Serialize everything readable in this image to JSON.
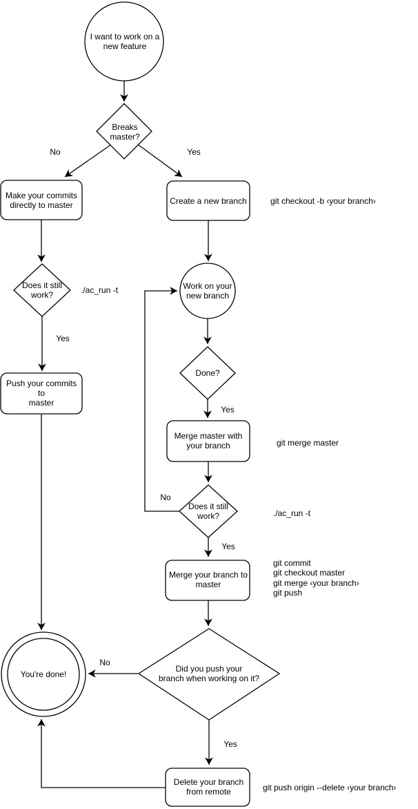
{
  "diagram_title": "Git feature workflow flowchart",
  "colors": {
    "stroke": "#000000",
    "text": "#000000",
    "background": "#ffffff"
  },
  "nodes": {
    "start": "I want to work on a\nnew feature",
    "breaks_master": "Breaks\nmaster?",
    "make_commits": "Make your commits\ndirectly to master",
    "create_branch": "Create a new branch",
    "still_work_1": "Does it still\nwork?",
    "work_branch": "Work on your\nnew branch",
    "done_q": "Done?",
    "push_commits": "Push your commits to\nmaster",
    "merge_master": "Merge master with\nyour branch",
    "still_work_2": "Does it still\nwork?",
    "merge_branch": "Merge your branch to\nmaster",
    "did_push": "Did you push your\nbranch when working on it?",
    "youre_done": "You're done!",
    "delete_remote": "Delete your branch\nfrom remote"
  },
  "edge_labels": {
    "breaks_no": "No",
    "breaks_yes": "Yes",
    "still1_yes": "Yes",
    "done_yes": "Yes",
    "still2_no": "No",
    "still2_yes": "Yes",
    "push_no": "No",
    "push_yes": "Yes"
  },
  "commands": {
    "checkout_branch": "git checkout -b ‹your branch›",
    "ac_run_1": "./ac_run -t",
    "merge_master": "git merge master",
    "ac_run_2": "./ac_run -t",
    "merge_sequence": "git commit\ngit checkout master\ngit merge ‹your branch›\ngit push",
    "delete_remote": "git push origin --delete ‹your branch›"
  }
}
